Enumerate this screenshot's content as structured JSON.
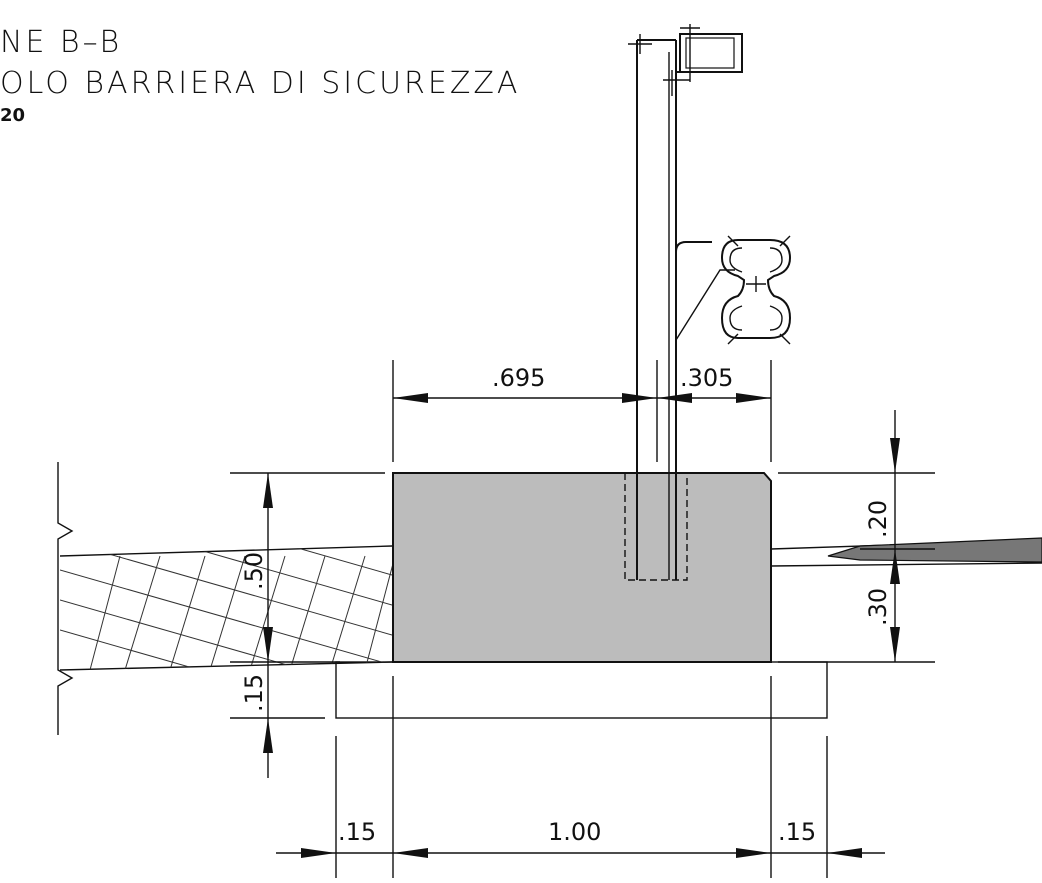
{
  "title": {
    "line1": "NE B–B",
    "line2": "OLO BARRIERA DI SICUREZZA",
    "scale": "20"
  },
  "dimensions": {
    "top_left": ".695",
    "top_right": ".305",
    "right_upper": ".20",
    "right_lower": ".30",
    "left_height": ".50",
    "left_base": ".15",
    "bottom_left": ".15",
    "bottom_center": "1.00",
    "bottom_right": ".15"
  },
  "colors": {
    "concrete": "#bcbcbc",
    "line": "#111111",
    "asphalt": "#777777"
  }
}
